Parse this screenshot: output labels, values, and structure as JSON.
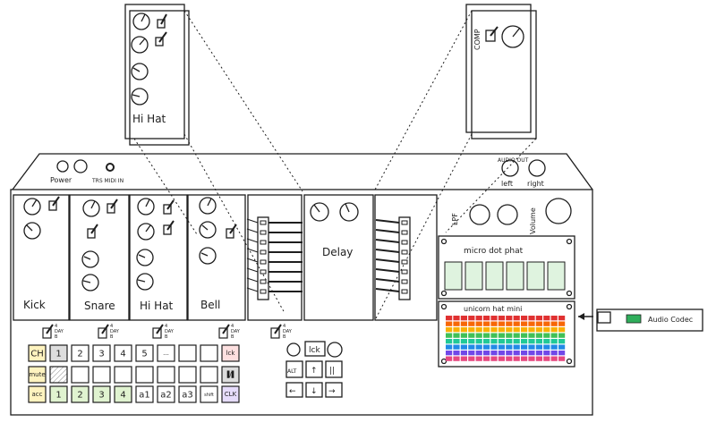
{
  "colors": {
    "blue_fill": "#e3f5f6",
    "green_fill": "#e2f5e4",
    "key_white": "#ffffff",
    "key_grey": "#dddddd",
    "key_yellow": "#fff3bf",
    "key_red": "#fde0e0",
    "key_green": "#e0f3d0",
    "key_purple": "#e6dcfb",
    "display_green": "#dff3df",
    "codec_green": "#2fae5b",
    "outline": "#1e1e1e"
  },
  "hihat_zoom": {
    "label": "Hi Hat"
  },
  "comp_zoom": {
    "label": "COMP"
  },
  "top_panel": {
    "power_label": "Power",
    "midi_label": "TRS MIDI IN",
    "audio_out_label": "AUDIO OUT",
    "left_label": "left",
    "right_label": "right"
  },
  "modules": {
    "kick": "Kick",
    "snare": "Snare",
    "hihat": "Hi Hat",
    "bell": "Bell",
    "delay": "Delay"
  },
  "controls": {
    "lpf": "LPF",
    "volume": "Volume",
    "micro_dot_phat": "micro dot phat",
    "unicorn_hat_mini": "unicorn hat mini",
    "audio_codec": "Audio Codec"
  },
  "toggle_text": {
    "line1": "4",
    "line2": "DAY",
    "line3": "B"
  },
  "keypad": {
    "row1": [
      "CH",
      "1",
      "2",
      "3",
      "4",
      "5",
      "...",
      "",
      "",
      "lck"
    ],
    "row2": [
      "mute",
      "",
      "",
      "",
      "",
      "",
      "",
      "",
      "",
      "▐/▌"
    ],
    "row3": [
      "acc",
      "1",
      "2",
      "3",
      "4",
      "a1",
      "a2",
      "a3",
      "shift",
      "CLK"
    ]
  },
  "transport": {
    "lck": "lck",
    "alt": "ALT",
    "up": "↑",
    "pause": "||",
    "left": "←",
    "down": "↓",
    "right": "→"
  }
}
